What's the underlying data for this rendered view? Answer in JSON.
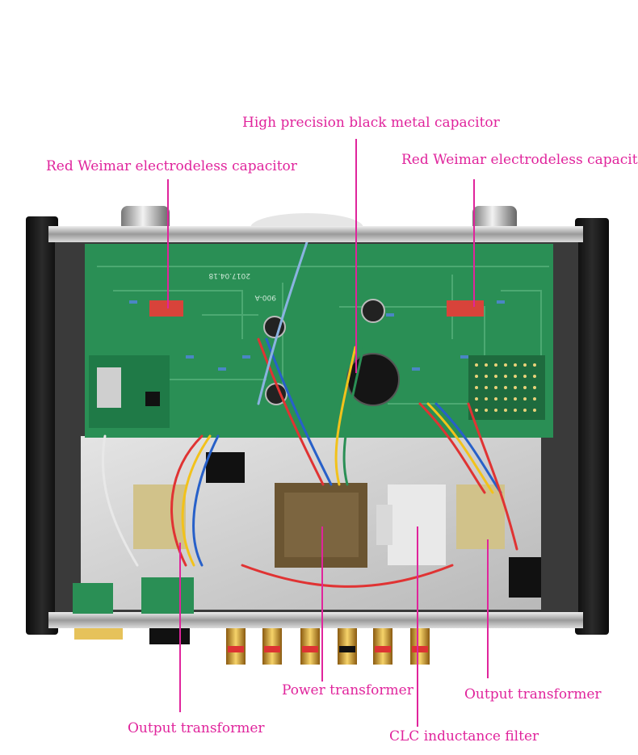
{
  "annotations": {
    "black_capacitor": "High precision black metal capacitor",
    "red_capacitor_left": "Red Weimar electrodeless capacitor",
    "red_capacitor_right": "Red Weimar electrodeless capacitor",
    "power_transformer": "Power transformer",
    "output_transformer_right": "Output transformer",
    "output_transformer_left": "Output transformer",
    "clc_filter": "CLC inductance filter"
  },
  "colors": {
    "label": "#e0249c",
    "pcb": "#2a8f55",
    "chassis": "#1a1a1a",
    "metal": "#c9c9c9"
  },
  "board_markings": {
    "pcb_text": "900-A",
    "date_text": "2017.04.18"
  }
}
